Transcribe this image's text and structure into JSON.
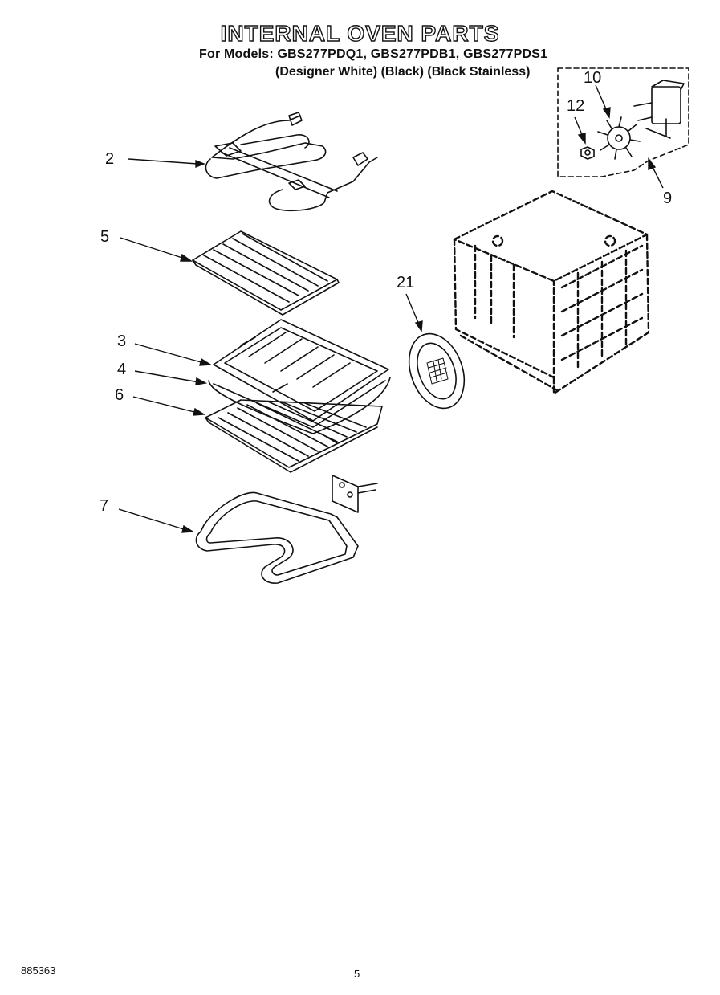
{
  "header": {
    "title": "INTERNAL OVEN PARTS",
    "models_line": "For Models: GBS277PDQ1, GBS277PDB1, GBS277PDS1",
    "variants_line": "(Designer White)  (Black)  (Black Stainless)"
  },
  "callouts": {
    "c2": "2",
    "c3": "3",
    "c4": "4",
    "c5": "5",
    "c6": "6",
    "c7": "7",
    "c9": "9",
    "c10": "10",
    "c12": "12",
    "c21": "21"
  },
  "footer": {
    "code": "885363",
    "page": "5"
  }
}
